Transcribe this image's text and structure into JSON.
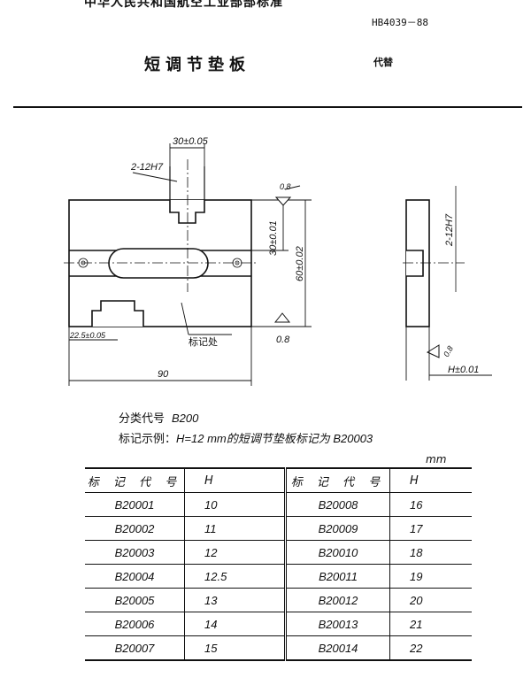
{
  "header": {
    "top_text": "中华人民共和国航空工业部部标准",
    "standard_no": "HB4039－88",
    "title": "短调节垫板",
    "replaces": "代替"
  },
  "drawing": {
    "dim_width_slot": "30±0.05",
    "dim_thread": "2-12H7",
    "dim_slot_height": "30±0.01",
    "dim_total_height": "60±0.02",
    "dim_slot_offset": "22.5±0.05",
    "dim_overall_width": "90",
    "roughness_top": "0.8",
    "roughness_bottom": "0.8",
    "roughness_side": "0.8",
    "marking_location": "标记处",
    "side_thread": "2-12H7",
    "side_thickness": "H±0.01"
  },
  "classification": {
    "label": "分类代号",
    "value": "B200"
  },
  "example": {
    "label": "标记示例：",
    "value": "H=12 mm的短调节垫板标记为 B20003"
  },
  "table": {
    "unit": "mm",
    "headers": [
      "标 记 代 号",
      "H",
      "标 记 代 号",
      "H"
    ],
    "rows": [
      [
        "B20001",
        "10",
        "B20008",
        "16"
      ],
      [
        "B20002",
        "11",
        "B20009",
        "17"
      ],
      [
        "B20003",
        "12",
        "B20010",
        "18"
      ],
      [
        "B20004",
        "12.5",
        "B20011",
        "19"
      ],
      [
        "B20005",
        "13",
        "B20012",
        "20"
      ],
      [
        "B20006",
        "14",
        "B20013",
        "21"
      ],
      [
        "B20007",
        "15",
        "B20014",
        "22"
      ]
    ]
  }
}
